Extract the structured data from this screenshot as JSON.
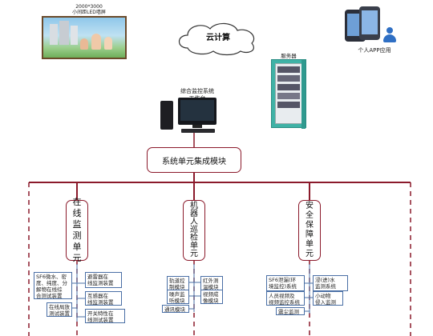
{
  "led_screen": {
    "title": "2000*3000\n小间距LED墙屏"
  },
  "cloud": {
    "label": "云计算"
  },
  "app": {
    "caption": "个人APP应用"
  },
  "server": {
    "caption": "服务器"
  },
  "workstation": {
    "caption": "综合监控系统\n工作台"
  },
  "integration": {
    "label": "系统单元集成模块"
  },
  "units": [
    {
      "label": "在\n线\n监\n测\n单\n元"
    },
    {
      "label": "机\n器\n人\n巡\n检\n单\n元"
    },
    {
      "label": "安\n全\n保\n障\n单\n元"
    }
  ],
  "online_modules": [
    "SF6微水、密\n度、纯度、分\n解物在线综\n合测试装置",
    "避雷器在\n线监测装置",
    "互感器在\n线监测装置",
    "在线局放\n测试装置",
    "开关特性在\n线测试装置"
  ],
  "robot_modules": [
    "轨道控\n制模块",
    "红外测\n温模块",
    "噪声监\n听模块",
    "视频成\n像模块",
    "通讯模块"
  ],
  "safety_modules": [
    "SF6泄漏(环\n境监控)系统",
    "浸(进)水\n监测系统",
    "人员视频及\n视频监控系统",
    "小动物\n侵入监测",
    "震尘监测"
  ],
  "colors": {
    "bus_line": "#8b1a2b",
    "leaf_line": "#4a6fa5",
    "server_body": "#3fb2a6"
  }
}
